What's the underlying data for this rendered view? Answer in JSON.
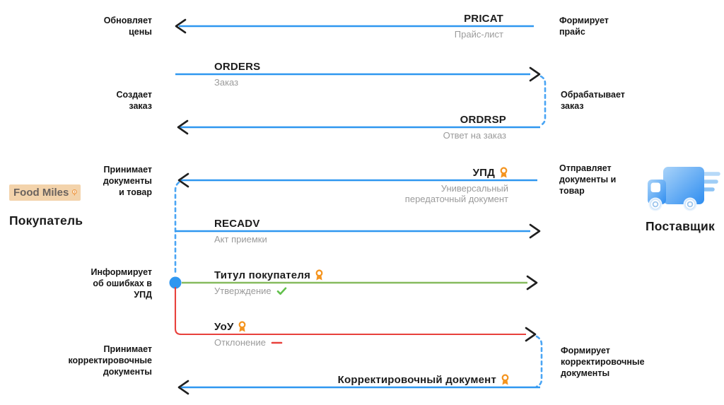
{
  "colors": {
    "line_blue": "#2f97f0",
    "line_green": "#86bb5e",
    "line_red": "#e8413c",
    "dashed_blue": "#4aa5f4",
    "dot_blue": "#2f97f0",
    "arrow_dark": "#1f1f1f",
    "medal_orange": "#f4941f",
    "check_green": "#62c04c",
    "dash_red": "#e8413c",
    "subtitle_gray": "#9b9b9b",
    "text_dark": "#1c1c1c",
    "logo_bg": "#f3d3ab",
    "logo_text": "#6a625e",
    "logo_pin_orange": "#ef8f33",
    "truck_light": "#a9d3f9",
    "truck_blue": "#2e8df0"
  },
  "actors": {
    "buyer": {
      "logo": "Food Miles",
      "name": "Покупатель"
    },
    "supplier": {
      "name": "Поставщик"
    }
  },
  "messages": [
    {
      "title": "PRICAT",
      "subtitle": "Прайс-лист"
    },
    {
      "title": "ORDERS",
      "subtitle": "Заказ"
    },
    {
      "title": "ORDRSP",
      "subtitle": "Ответ на заказ"
    },
    {
      "title": "УПД",
      "subtitle": "Универсальный передаточный документ"
    },
    {
      "title": "RECADV",
      "subtitle": "Акт приемки"
    },
    {
      "title": "Титул покупателя",
      "subtitle": "Утверждение"
    },
    {
      "title": "УоУ",
      "subtitle": "Отклонение"
    },
    {
      "title": "Корректировочный документ",
      "subtitle": ""
    }
  ],
  "buyer_notes": [
    "Обновляет цены",
    "Создает заказ",
    "Принимает документы и товар",
    "Информирует об ошибках в УПД",
    "Принимает корректировочные документы"
  ],
  "supplier_notes": [
    "Формирует прайс",
    "Обрабатывает заказ",
    "Отправляет документы и товар",
    "Формирует корректировочные документы"
  ]
}
